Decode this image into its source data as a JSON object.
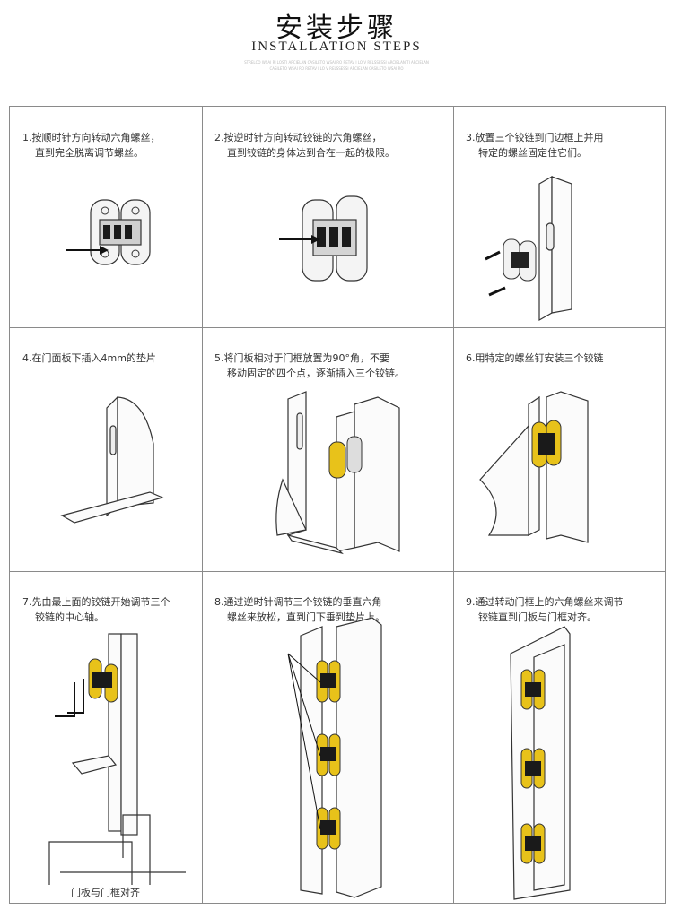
{
  "header": {
    "title_cn": "安装步骤",
    "title_en": "INSTALLATION STEPS",
    "fine_print_1": "STRELCO WSAI RI LOSTI ARCIELAN CASILETO WSAI RO RETAV I LO V RELSSESSI ARCIELAN TI ARCIELAN",
    "fine_print_2": "CASILETO WSAI RO RETAV I LO V RELSSESSI ARCIELAN CASILETO WSAI RO"
  },
  "steps": [
    {
      "caption": "1.按顺时针方向转动六角螺丝，\n    直到完全脱离调节螺丝。"
    },
    {
      "caption": "2.按逆时针方向转动铰链的六角螺丝，\n    直到铰链的身体达到合在一起的极限。"
    },
    {
      "caption": "3.放置三个铰链到门边框上并用\n    特定的螺丝固定住它们。"
    },
    {
      "caption": "4.在门面板下插入4mm的垫片"
    },
    {
      "caption": "5.将门板相对于门框放置为90°角，不要\n    移动固定的四个点，逐渐插入三个铰链。"
    },
    {
      "caption": "6.用特定的螺丝钉安装三个铰链"
    },
    {
      "caption": "7.先由最上面的铰链开始调节三个\n    铰链的中心轴。"
    },
    {
      "caption": "8.通过逆时针调节三个铰链的垂直六角\n    螺丝来放松，直到门下垂到垫片上。"
    },
    {
      "caption": "9.通过转动门框上的六角螺丝来调节\n    铰链直到门板与门框对齐。"
    }
  ],
  "step7_footnote": "门板与门框对齐",
  "colors": {
    "border": "#8a8a8a",
    "hinge_gold": "#e8c21a",
    "hinge_black": "#1a1a1a",
    "text": "#333333"
  }
}
